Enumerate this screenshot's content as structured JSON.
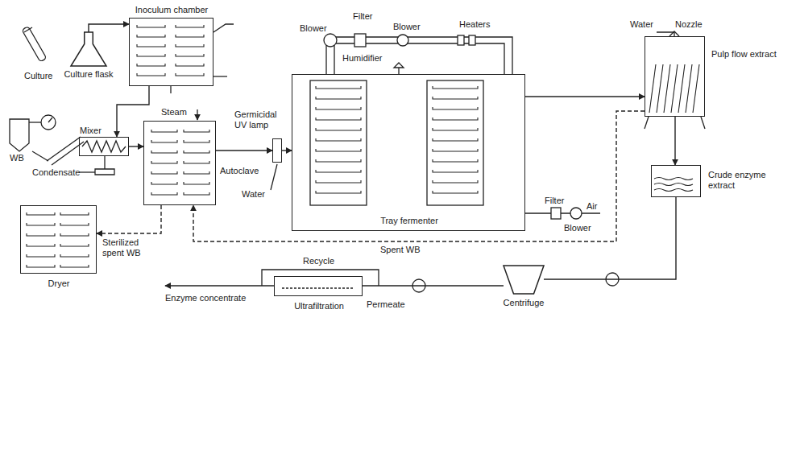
{
  "diagram": {
    "nodes": [
      {
        "text": [
          "Culture flask"
        ]
      },
      {
        "text": [
          "Inoculum chamber"
        ]
      },
      {
        "text": [
          "Mixer"
        ]
      },
      {
        "text": [
          "Autoclave"
        ]
      },
      {
        "text": [
          "Germicidal UV lamp"
        ]
      },
      {
        "text": [
          "Tray fermenter"
        ]
      },
      {
        "text": [
          "Pulp flow extract"
        ]
      },
      {
        "text": [
          "Crude enzyme extract"
        ]
      },
      {
        "text": [
          "Centrifuge"
        ]
      },
      {
        "text": [
          "Ultrafiltration"
        ]
      },
      {
        "text": [
          "Dryer"
        ]
      }
    ],
    "edges": [
      {
        "from": 0,
        "to": 1,
        "arrow": "to"
      },
      {
        "from": 1,
        "to": 2,
        "arrow": "to"
      },
      {
        "from": 2,
        "to": 3,
        "arrow": "to"
      },
      {
        "from": 3,
        "to": 4,
        "arrow": "to"
      },
      {
        "from": 4,
        "to": 5,
        "arrow": "to"
      },
      {
        "from": 5,
        "to": 6,
        "arrow": "to"
      },
      {
        "from": 6,
        "to": 7,
        "arrow": "to"
      },
      {
        "from": 7,
        "to": 8,
        "arrow": "none"
      },
      {
        "from": 8,
        "to": 9,
        "arrow": "none"
      },
      {
        "from": 6,
        "to": 3,
        "label": "Spent WB",
        "arrow": "to"
      },
      {
        "from": 3,
        "to": 10,
        "label": "Sterilized spent WB",
        "arrow": "to"
      }
    ],
    "labels": [
      "Culture",
      "WB",
      "Condensate",
      "Steam",
      "Water",
      "Blower",
      "Filter",
      "Blower",
      "Heaters",
      "Humidifier",
      "Filter",
      "Air",
      "Blower",
      "Water",
      "Nozzle",
      "Recycle",
      "Enzyme concentrate",
      "Permeate"
    ]
  }
}
